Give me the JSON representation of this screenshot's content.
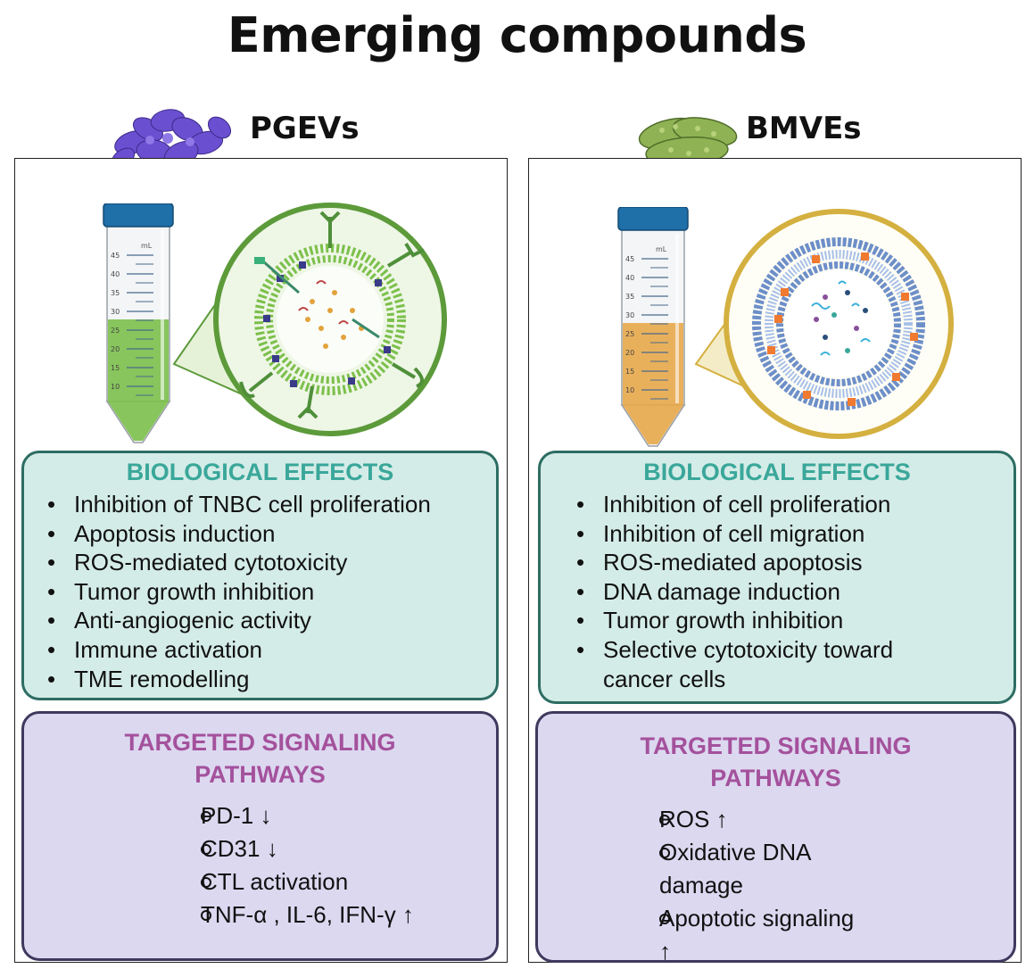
{
  "title": "Emerging compounds",
  "left": {
    "name": "PGEVs",
    "tube_scale": [
      "45",
      "40",
      "35",
      "30",
      "25",
      "20",
      "15",
      "10"
    ],
    "tube_unit": "mL",
    "liquid_color": "#7cc04b",
    "vesicle_ring_color": "#5c9a3a",
    "effects_title": "BIOLOGICAL EFFECTS",
    "effects": [
      "Inhibition of TNBC cell proliferation",
      "Apoptosis induction",
      "ROS-mediated cytotoxicity",
      "Tumor growth inhibition",
      "Anti-angiogenic activity",
      "Immune activation",
      "TME remodelling"
    ],
    "pathways_title": "TARGETED SIGNALING PATHWAYS",
    "pathways": [
      "PD-1 ↓",
      "CD31 ↓",
      "CTL activation",
      "TNF-α , IL-6,  IFN-γ ↑"
    ]
  },
  "right": {
    "name": "BMVEs",
    "tube_scale": [
      "45",
      "40",
      "35",
      "30",
      "25",
      "20",
      "15",
      "10"
    ],
    "tube_unit": "mL",
    "liquid_color": "#e8a94a",
    "vesicle_ring_color": "#d4b040",
    "effects_title": "BIOLOGICAL EFFECTS",
    "effects": [
      "Inhibition of cell proliferation",
      "Inhibition of cell migration",
      "ROS-mediated apoptosis",
      "DNA damage induction",
      "Tumor growth inhibition",
      "Selective cytotoxicity toward cancer cells"
    ],
    "pathways_title": "TARGETED SIGNALING PATHWAYS",
    "pathways": [
      "ROS ↑",
      "Oxidative DNA damage",
      "Apoptotic signaling ↑"
    ]
  }
}
